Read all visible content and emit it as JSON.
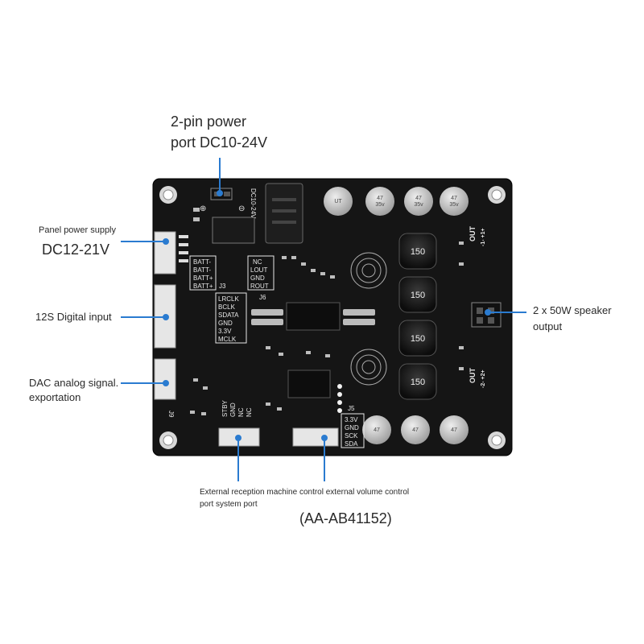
{
  "callouts": {
    "power_line1": "2-pin power",
    "power_line2": "port DC10-24V",
    "panel_line1": "Panel power supply",
    "panel_line2": "DC12-21V",
    "i2s": "12S Digital input",
    "dac_line1": "DAC analog signal.",
    "dac_line2": "exportation",
    "speaker_line1": "2 x 50W speaker",
    "speaker_line2": "output",
    "ext_line1": "External reception machine control external volume control",
    "ext_line2": "port system port",
    "model": "(AA-AB41152)"
  },
  "board": {
    "label_dc": "DC10-24V",
    "batt_labels": [
      "BATT-",
      "BATT-",
      "BATT+",
      "BATT+"
    ],
    "j3": "J3",
    "out_labels": [
      "NC",
      "LOUT",
      "GND",
      "ROUT"
    ],
    "j6": "J6",
    "i2s_labels": [
      "LRCLK",
      "BCLK",
      "SDATA",
      "GND",
      "3.3V",
      "MCLK"
    ],
    "inductor_value": "150",
    "cap_text_a": "47",
    "cap_text_b": "35v",
    "cap_text_c": "UT",
    "out1": "OUT",
    "out1_pol": "-1- +1+",
    "out2": "OUT",
    "out2_pol": "-2- +2+",
    "j5": "J5",
    "j5_labels": [
      "3.3V",
      "GND",
      "SCK",
      "SDA"
    ],
    "stby_labels": [
      "STBY",
      "GND",
      "NC",
      "NC"
    ],
    "j9": "J9"
  },
  "colors": {
    "board": "#151515",
    "silk": "#e8e8e8",
    "cap": "#c9c9c9",
    "inductor": "#2a2a2a"
  }
}
